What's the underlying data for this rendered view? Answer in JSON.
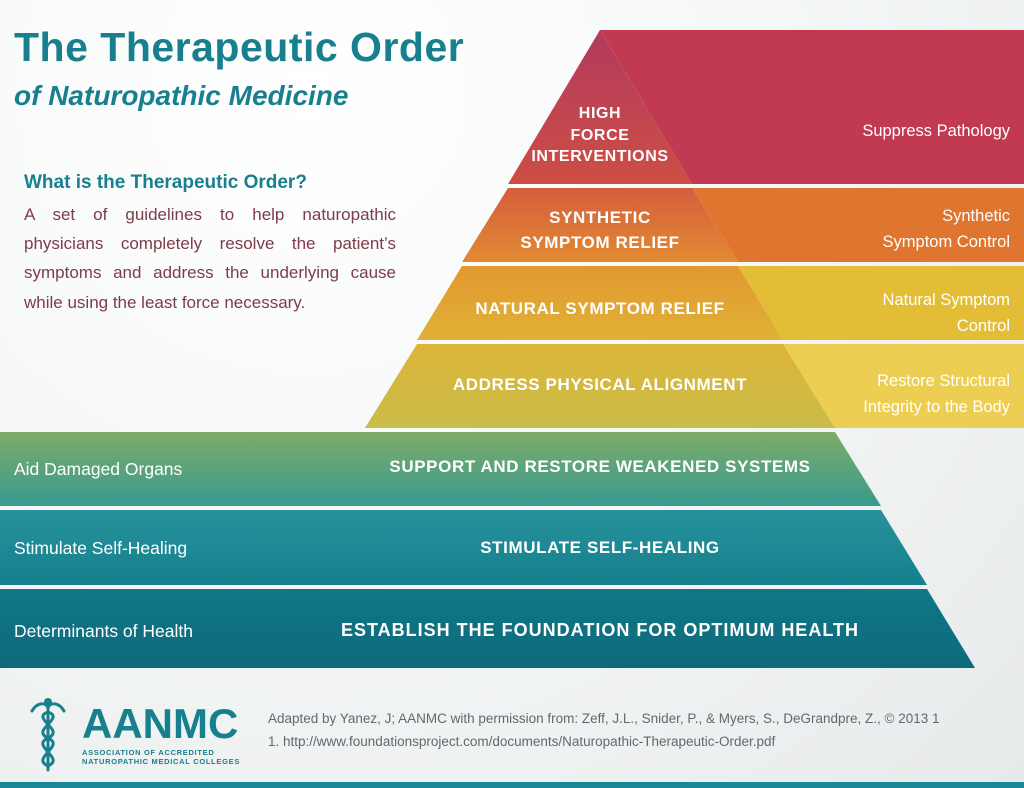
{
  "header": {
    "title": "The Therapeutic Order",
    "subtitle": "of Naturopathic Medicine"
  },
  "intro": {
    "heading": "What is the Therapeutic Order?",
    "body": "A set of guidelines to help naturopathic physicians completely resolve the patient’s symptoms and address the underlying cause while using the least force necessary."
  },
  "pyramid": {
    "levels": [
      {
        "label": "HIGH\nFORCE\nINTERVENTIONS",
        "side_label": "Suppress Pathology",
        "side": "right",
        "color": "#c23a52"
      },
      {
        "label": "SYNTHETIC\nSYMPTOM RELIEF",
        "side_label": "Synthetic\nSymptom Control",
        "side": "right",
        "color": "#e0752f"
      },
      {
        "label": "NATURAL SYMPTOM RELIEF",
        "side_label": "Natural Symptom\nControl",
        "side": "right",
        "color": "#e4bd37"
      },
      {
        "label": "ADDRESS PHYSICAL ALIGNMENT",
        "side_label": "Restore Structural\nIntegrity to the Body",
        "side": "right",
        "color": "#ecce52"
      },
      {
        "label": "SUPPORT AND RESTORE WEAKENED SYSTEMS",
        "side_label": "Aid Damaged Organs",
        "side": "left",
        "color": "#48a28c"
      },
      {
        "label": "STIMULATE SELF-HEALING",
        "side_label": "Stimulate Self-Healing",
        "side": "left",
        "color": "#1f8d97"
      },
      {
        "label": "ESTABLISH THE FOUNDATION FOR OPTIMUM HEALTH",
        "side_label": "Determinants of Health",
        "side": "left",
        "color": "#11707f"
      }
    ]
  },
  "footer": {
    "logo_acronym": "AANMC",
    "logo_caption": "ASSOCIATION OF ACCREDITED\nNATUROPATHIC MEDICAL COLLEGES",
    "attribution_line1": "Adapted by Yanez, J; AANMC with permission from: Zeff, J.L., Snider, P., & Myers, S., DeGrandpre, Z., © 2013 1",
    "attribution_line2": "1. http://www.foundationsproject.com/documents/Naturopathic-Therapeutic-Order.pdf"
  },
  "theme": {
    "accent_teal": "#17808f",
    "body_text_maroon": "#7d3c49",
    "pyramid_top_color": "#b23a5c",
    "pyramid_bottom_color": "#0d6a7c"
  }
}
